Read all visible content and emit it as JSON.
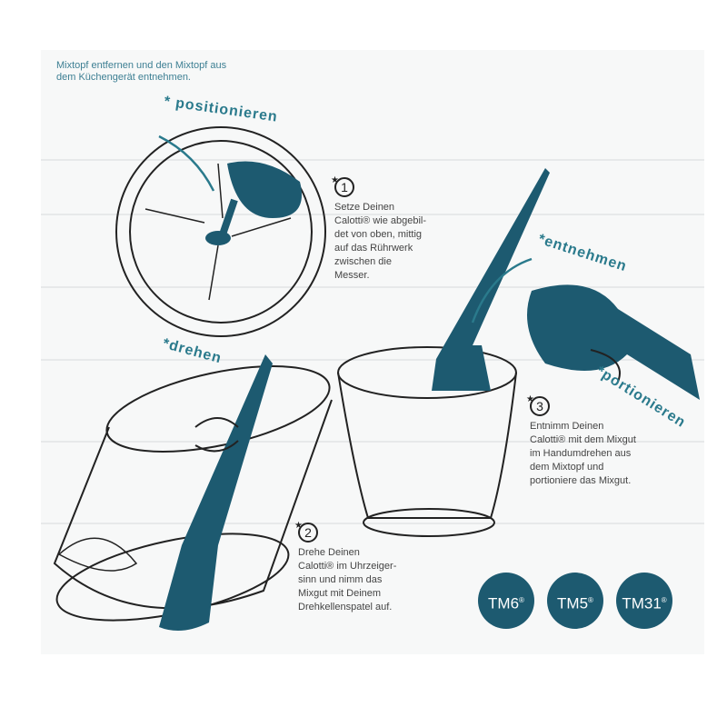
{
  "intro": {
    "line1": "Mixtopf entfernen und den Mixtopf aus",
    "line2": "dem Küchengerät entnehmen."
  },
  "labels": {
    "positionieren": "* positionieren",
    "drehen": "*drehen",
    "entnehmen": "*entnehmen",
    "portionieren": "*portionieren"
  },
  "steps": [
    {
      "number": "1",
      "lines": [
        "Setze Deinen",
        "Calotti® wie abgebil-",
        "det von oben, mittig",
        "auf das Rührwerk",
        "zwischen die",
        "Messer."
      ]
    },
    {
      "number": "2",
      "lines": [
        "Drehe Deinen",
        "Calotti® im Uhrzeiger-",
        "sinn und nimm das",
        "Mixgut mit Deinem",
        "Drehkellenspatel auf."
      ]
    },
    {
      "number": "3",
      "lines": [
        "Entnimm Deinen",
        "Calotti® mit dem Mixgut",
        "im Handumdrehen aus",
        "dem Mixtopf und",
        "portioniere das Mixgut."
      ]
    }
  ],
  "badges": [
    {
      "model": "TM6",
      "mark": "®"
    },
    {
      "model": "TM5",
      "mark": "®"
    },
    {
      "model": "TM31",
      "mark": "®"
    }
  ],
  "colors": {
    "accent": "#1d5a70",
    "label": "#2a7a8c"
  }
}
